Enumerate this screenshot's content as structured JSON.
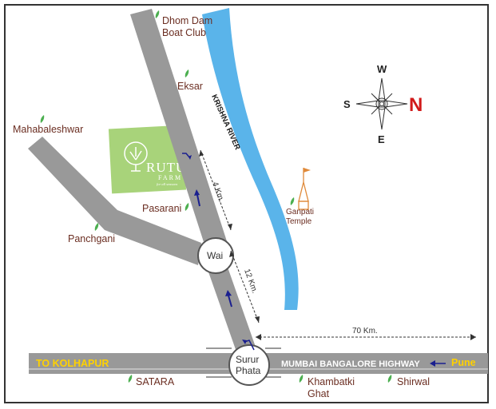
{
  "places": {
    "dhom_dam_line1": "Dhom Dam",
    "dhom_dam_line2": "Boat Club",
    "eksar": "Eksar",
    "mahabaleshwar": "Mahabaleshwar",
    "pasarani": "Pasarani",
    "panchgani": "Panchgani",
    "ganpati_line1": "Ganpati",
    "ganpati_line2": "Temple",
    "satara": "SATARA",
    "khambatki_line1": "Khambatki",
    "khambatki_line2": "Ghat",
    "shirwal": "Shirwal"
  },
  "junctions": {
    "wai": "Wai",
    "surur_line1": "Surur",
    "surur_line2": "Phata"
  },
  "distances": {
    "wai_pasarani": "4 Km.",
    "surur_wai": "12 Km.",
    "surur_pune": "70 Km."
  },
  "highway": {
    "left_label": "TO KOLHAPUR",
    "name": "MUMBAI BANGALORE HIGHWAY",
    "right_label": "Pune"
  },
  "river": {
    "name": "KRISHNA RIVER",
    "color": "#5ab4ea"
  },
  "compass": {
    "w": "W",
    "s": "S",
    "e": "E",
    "n": "N"
  },
  "farm_logo": {
    "name": "RUTU",
    "sub": "FARM",
    "tagline": "for all seasons"
  },
  "colors": {
    "road": "#999999",
    "label": "#6b2e22",
    "leaf": "#4caf50",
    "arrow": "#1a1f8f",
    "farm_green": "#a8d37a",
    "highway_accent": "#ffd100"
  }
}
